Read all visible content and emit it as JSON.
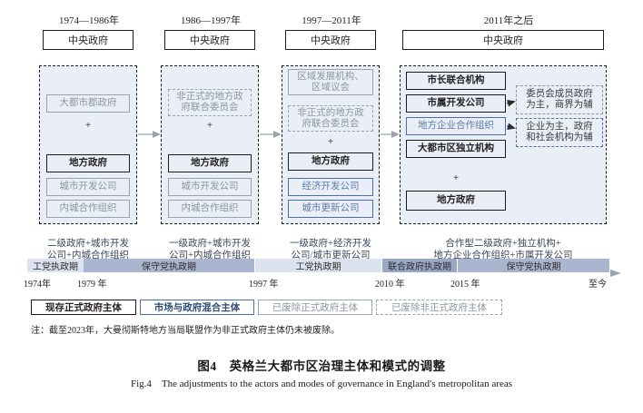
{
  "eras": [
    {
      "label": "1974—1986年",
      "central": "中央政府"
    },
    {
      "label": "1986—1997年",
      "central": "中央政府"
    },
    {
      "label": "1997—2011年",
      "central": "中央政府"
    },
    {
      "label": "2011年之后",
      "central": "中央政府"
    }
  ],
  "columns": [
    {
      "nodes": [
        {
          "text": "大都市郡政府",
          "kind": "abolished-formal"
        },
        {
          "text": "地方政府",
          "kind": "formal-existing"
        },
        {
          "text": "城市开发公司",
          "kind": "abolished-formal"
        },
        {
          "text": "内城合作组织",
          "kind": "abolished-formal"
        }
      ],
      "plus": "+",
      "summary": "二级政府+城市开发\n公司+内城合作组织"
    },
    {
      "nodes": [
        {
          "text": "非正式的地方政\n府联合委员会",
          "kind": "abolished-informal"
        },
        {
          "text": "地方政府",
          "kind": "formal-existing"
        },
        {
          "text": "城市开发公司",
          "kind": "abolished-formal"
        },
        {
          "text": "内城合作组织",
          "kind": "abolished-formal"
        }
      ],
      "plus": "+",
      "summary": "一级政府+城市开发\n公司+内城合作组织"
    },
    {
      "nodes": [
        {
          "text": "区域发展机构、\n区域议会",
          "kind": "abolished-formal"
        },
        {
          "text": "非正式的地方政\n府联合委员会",
          "kind": "abolished-informal"
        },
        {
          "text": "地方政府",
          "kind": "formal-existing"
        },
        {
          "text": "经济开发公司",
          "kind": "mixed"
        },
        {
          "text": "城市更新公司",
          "kind": "mixed"
        }
      ],
      "plus": "+",
      "summary": "一级政府+经济开发\n公司/城市更新公司"
    },
    {
      "nodes": [
        {
          "text": "市长联合机构",
          "kind": "formal-existing"
        },
        {
          "text": "市属开发公司",
          "kind": "formal-existing"
        },
        {
          "text": "地方企业合作组织",
          "kind": "mixed"
        },
        {
          "text": "大都市区独立机构",
          "kind": "formal-existing"
        },
        {
          "text": "地方政府",
          "kind": "formal-existing"
        }
      ],
      "plus": "+",
      "annotations": [
        {
          "text": "委员会成员政府\n为主，商界为辅",
          "kind": "annot-grey"
        },
        {
          "text": "企业为主，政府\n和社会机构为辅",
          "kind": "annot-blue"
        }
      ],
      "summary": "合作型二级政府+独立机构+\n地方企业合作组织+市属开发公司"
    }
  ],
  "timeline": {
    "segments": [
      {
        "label": "工党执政期",
        "tone": "light"
      },
      {
        "label": "保守党执政期",
        "tone": "dark"
      },
      {
        "label": "工党执政期",
        "tone": "light"
      },
      {
        "label": "联合政府执政期",
        "tone": "mid"
      },
      {
        "label": "保守党执政期",
        "tone": "dark"
      }
    ],
    "years": [
      "1974年",
      "1979 年",
      "1997 年",
      "2010 年",
      "2015 年"
    ],
    "end_label": "至今"
  },
  "legend": [
    {
      "label": "现存正式政府主体",
      "style": "lg-1"
    },
    {
      "label": "市场与政府混合主体",
      "style": "lg-2"
    },
    {
      "label": "已废除正式政府主体",
      "style": "lg-3"
    },
    {
      "label": "已废除非正式政府主体",
      "style": "lg-4"
    }
  ],
  "note": "注：截至2023年，大曼彻斯特地方当局联盟作为非正式政府主体仍未被废除。",
  "caption": {
    "cn": "图4　英格兰大都市区治理主体和模式的调整",
    "en": "Fig.4　The adjustments to the actors and modes of governance in England′s metropolitan areas"
  },
  "colors": {
    "panel_fill": "#e9eef7",
    "mixed_blue": "#4a6fa5",
    "abolished_grey": "#9aa3ad",
    "timeline_light": "#dde3ee",
    "timeline_dark": "#aab5cf"
  }
}
